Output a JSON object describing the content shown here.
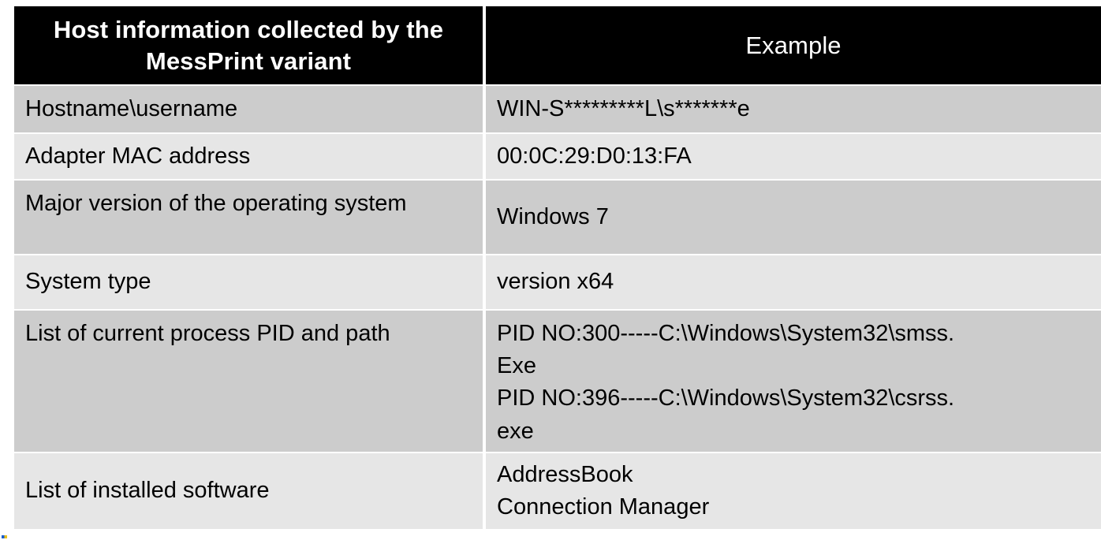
{
  "table": {
    "headers": {
      "left": "Host information collected by the MessPrint variant",
      "right": "Example"
    },
    "rows": [
      {
        "label": "Hostname\\username",
        "example_lines": [
          "WIN-S*********L\\s*******e"
        ]
      },
      {
        "label": "Adapter MAC address",
        "example_lines": [
          "00:0C:29:D0:13:FA"
        ]
      },
      {
        "label": "Major version of the operating system",
        "example_lines": [
          "Windows 7"
        ]
      },
      {
        "label": "System type",
        "example_lines": [
          "version x64"
        ]
      },
      {
        "label": "List of current process PID and path",
        "example_lines": [
          "PID NO:300-----C:\\Windows\\System32\\smss.",
          "Exe",
          "PID NO:396-----C:\\Windows\\System32\\csrss.",
          "exe"
        ]
      },
      {
        "label": "List of installed software",
        "example_lines": [
          "AddressBook",
          "Connection Manager"
        ]
      }
    ]
  },
  "colors": {
    "header_background": "#000000",
    "header_text": "#ffffff",
    "row_shade_dark": "#cccccc",
    "row_shade_light": "#e6e6e6",
    "body_text": "#000000",
    "page_background": "#ffffff"
  }
}
